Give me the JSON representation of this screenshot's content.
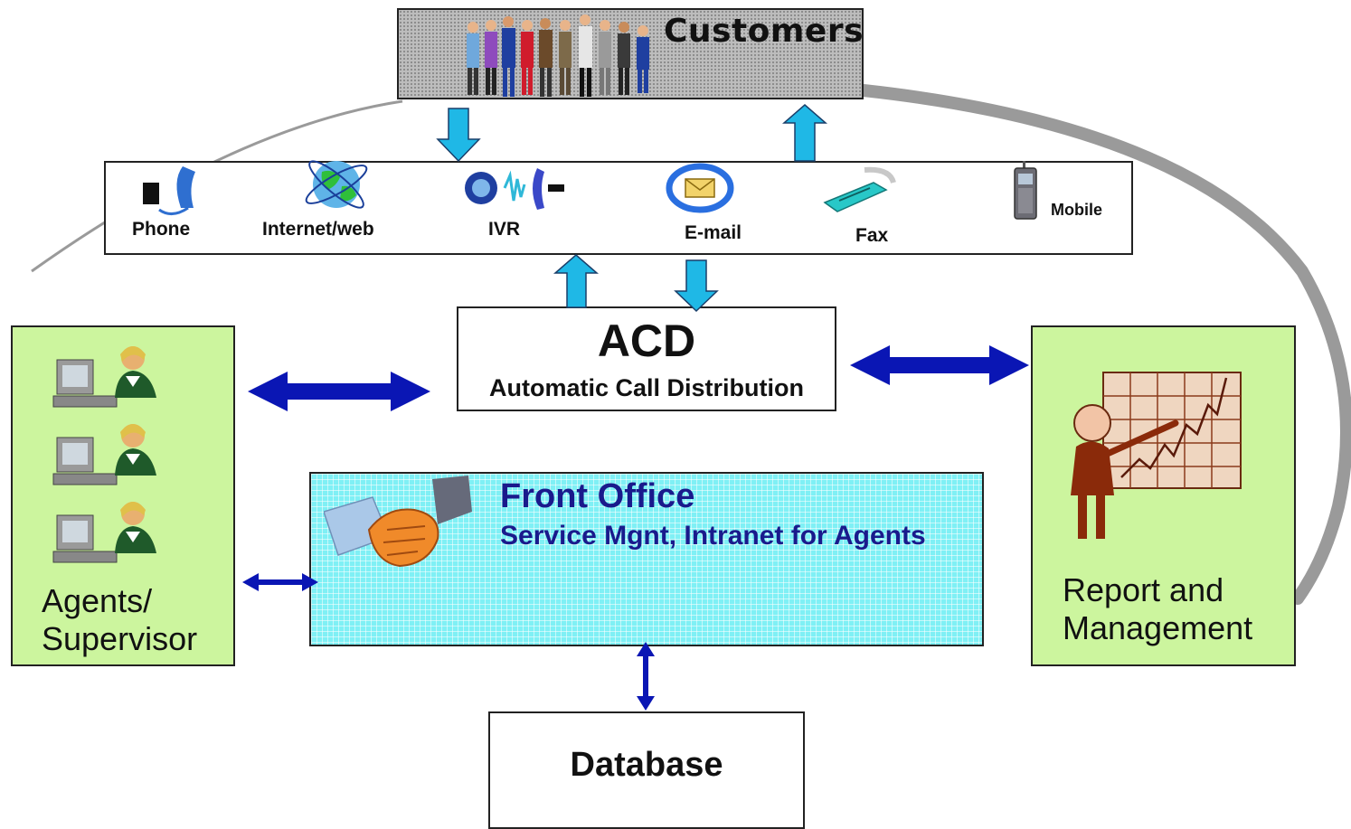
{
  "customers": {
    "title": "Customers"
  },
  "channels": [
    {
      "label": "Phone",
      "icon": "phone-icon"
    },
    {
      "label": "Internet/web",
      "icon": "globe-icon"
    },
    {
      "label": "IVR",
      "icon": "ivr-icon"
    },
    {
      "label": "E-mail",
      "icon": "email-icon"
    },
    {
      "label": "Fax",
      "icon": "fax-icon"
    },
    {
      "label": "Mobile",
      "icon": "mobile-icon"
    }
  ],
  "acd": {
    "title": "ACD",
    "subtitle": "Automatic Call Distribution"
  },
  "agents": {
    "line1": "Agents/",
    "line2": "Supervisor",
    "icon": "agent-workstation-icon"
  },
  "front_office": {
    "title": "Front Office",
    "subtitle": "Service Mgnt, Intranet for Agents",
    "icon": "handshake-icon"
  },
  "report": {
    "line1": "Report and",
    "line2": "Management",
    "icon": "presenter-chart-icon"
  },
  "database": {
    "label": "Database"
  },
  "colors": {
    "arrow_cyan": "#1fb8e6",
    "arrow_navy": "#0a16b4",
    "green_box": "#ccf59e",
    "cyan_box": "#7ff0f5",
    "text_navy": "#1a1a8c"
  }
}
